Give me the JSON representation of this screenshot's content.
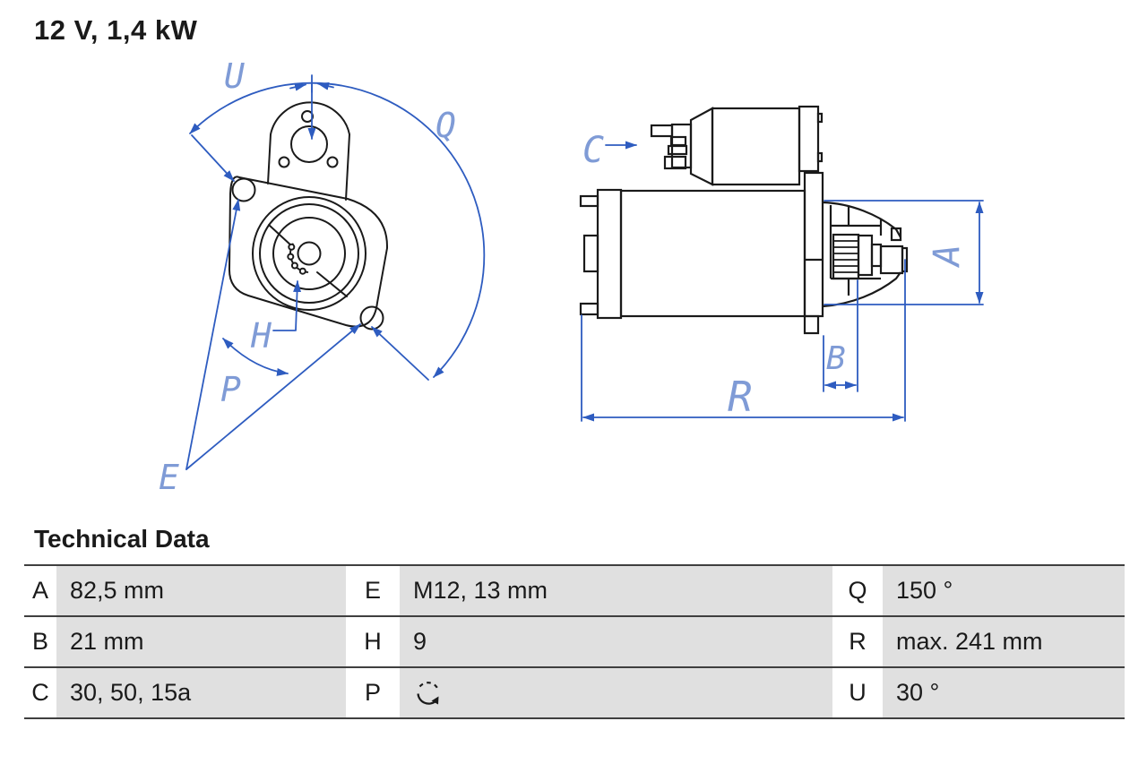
{
  "title": "12 V, 1,4 kW",
  "diagram": {
    "front_view_labels": {
      "u": "U",
      "q": "Q",
      "h": "H",
      "p": "P",
      "e": "E"
    },
    "side_view_labels": {
      "c": "C",
      "a": "A",
      "b": "B",
      "r": "R"
    },
    "colors": {
      "drawing_line": "#1a1a1a",
      "dimension_line": "#2e5cc0",
      "dimension_label": "#7f9bd6"
    }
  },
  "table": {
    "heading": "Technical Data",
    "rows": [
      {
        "cells": [
          {
            "key": "A",
            "value": "82,5 mm"
          },
          {
            "key": "E",
            "value": "M12, 13 mm"
          },
          {
            "key": "Q",
            "value": "150 °"
          }
        ]
      },
      {
        "cells": [
          {
            "key": "B",
            "value": "21 mm"
          },
          {
            "key": "H",
            "value": "9"
          },
          {
            "key": "R",
            "value": "max. 241 mm"
          }
        ]
      },
      {
        "cells": [
          {
            "key": "C",
            "value": "30, 50, 15a"
          },
          {
            "key": "P",
            "value": "",
            "icon": "clockwise-rotation-icon"
          },
          {
            "key": "U",
            "value": "30 °"
          }
        ]
      }
    ]
  }
}
